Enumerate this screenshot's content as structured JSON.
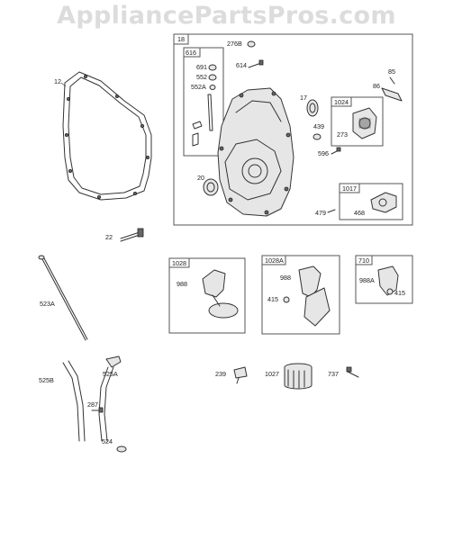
{
  "watermark": "AppliancePartsPros.com",
  "boxes": {
    "b18": "18",
    "b616": "616",
    "b1024": "1024",
    "b1017": "1017",
    "b1028": "1028",
    "b1028A": "1028A",
    "b710": "710"
  },
  "parts": {
    "p12": "12",
    "p276B": "276B",
    "p691": "691",
    "p552": "552",
    "p552A": "552A",
    "p614": "614",
    "p17": "17",
    "p85": "85",
    "p86": "86",
    "p439": "439",
    "p273": "273",
    "p596": "596",
    "p20": "20",
    "p479": "479",
    "p468": "468",
    "p22": "22",
    "p988_1028": "988",
    "p988_1028A": "988",
    "p415_1028A": "415",
    "p988A": "988A",
    "p415_710": "415",
    "p523A": "523A",
    "p525A": "525A",
    "p525B": "525B",
    "p287": "287",
    "p524": "524",
    "p239": "239",
    "p1027": "1027",
    "p737": "737"
  }
}
